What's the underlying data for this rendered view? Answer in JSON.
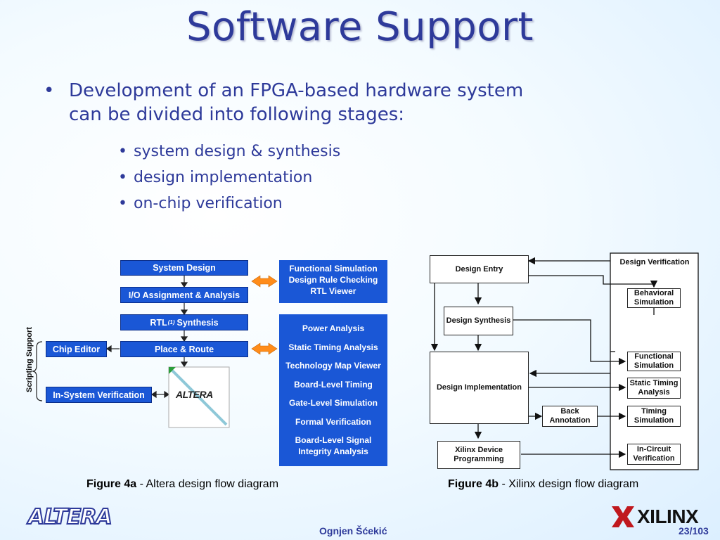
{
  "title": "Software Support",
  "main_bullet": "Development of an FPGA-based hardware system can be divided into following stages:",
  "sub_bullets": [
    "system design & synthesis",
    "design implementation",
    "on-chip verification"
  ],
  "altera": {
    "flow": [
      "System Design",
      "I/O Assignment & Analysis",
      "RTL Synthesis",
      "Place & Route"
    ],
    "rtl_prefix": "RTL",
    "rtl_sup": "(1)",
    "rtl_suffix": "Synthesis",
    "chip_editor": "Chip Editor",
    "in_system": "In-System Verification",
    "scripting": "Scripting Support",
    "logo_small": "ALTERA",
    "right_top": [
      "Functional Simulation",
      "Design Rule Checking",
      "RTL Viewer"
    ],
    "right_bottom": [
      "Power Analysis",
      "Static Timing Analysis",
      "Technology Map Viewer",
      "Board-Level Timing",
      "Gate-Level Simulation",
      "Formal Verification",
      "Board-Level Signal Integrity Analysis"
    ]
  },
  "xilinx": {
    "design_entry": "Design Entry",
    "design_synthesis": "Design Synthesis",
    "design_implementation": "Design Implementation",
    "device_programming": "Xilinx Device Programming",
    "back_annotation": "Back Annotation",
    "verification_title": "Design Verification",
    "behavioral": "Behavioral Simulation",
    "functional": "Functional Simulation",
    "static_timing": "Static Timing Analysis",
    "timing": "Timing Simulation",
    "in_circuit": "In-Circuit Verification"
  },
  "captions": {
    "a_label": "Figure 4a",
    "a_text": "Altera design flow diagram",
    "b_label": "Figure 4b",
    "b_text": "Xilinx design flow diagram",
    "sep": "-"
  },
  "footer": {
    "altera_logo": "ALTERA",
    "xilinx_logo": "XILINX",
    "author": "Ognjen Šćekić",
    "page": "23/103"
  },
  "colors": {
    "title": "#2e3a9a",
    "altera_blue": "#1a57d6",
    "arrow_orange": "#ff8c1a"
  }
}
